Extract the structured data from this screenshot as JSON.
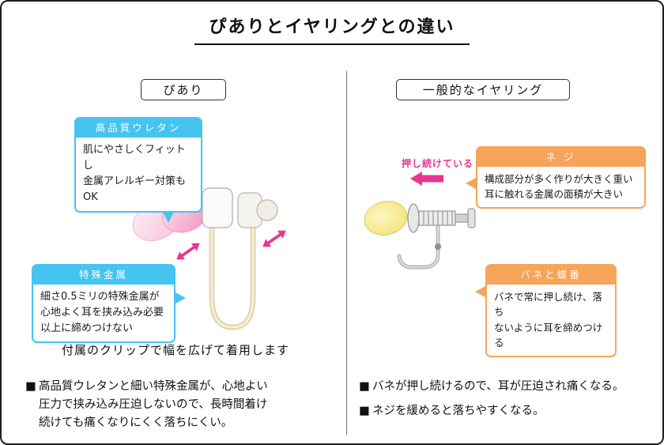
{
  "title": "ぴありとイヤリングとの違い",
  "colors": {
    "accent_blue": "#45c3f1",
    "accent_orange": "#f6a45a",
    "accent_pink": "#e8368f",
    "pad_pink": "#f291bf",
    "pad_yellow": "#efdf6a",
    "wire_gold": "#e2d5ae"
  },
  "icons": {
    "pinch_arrows": "double-headed-arrow",
    "push_arrow": "left-arrow"
  },
  "left": {
    "header": "ぴあり",
    "urethane_callout": {
      "label": "高品質ウレタン",
      "text": "肌にやさしくフィットし\n金属アレルギー対策もOK"
    },
    "metal_callout": {
      "label": "特殊金属",
      "text": "細さ0.5ミリの特殊金属が\n心地よく耳を挟み込み必要\n以上に締めつけない"
    },
    "caption": "付属のクリップで幅を広げて着用します",
    "bullet": {
      "marker": "■",
      "text": "高品質ウレタンと細い特殊金属が、心地よい\n圧力で挟み込み圧迫しないので、長時間着け\n続けても痛くなりにくく落ちにくい。"
    }
  },
  "right": {
    "header": "一般的なイヤリング",
    "push_label": "押し続けている",
    "screw_callout": {
      "label": "ネ ジ",
      "text": "構成部分が多く作りが大きく重い\n耳に触れる金属の面積が大きい"
    },
    "spring_callout": {
      "label": "バネと蝶番",
      "text": "バネで常に押し続け、落ち\nないように耳を締めつける"
    },
    "bullets": [
      {
        "marker": "■",
        "text": "バネが押し続けるので、耳が圧迫され痛くなる。"
      },
      {
        "marker": "■",
        "text": "ネジを緩めると落ちやすくなる。"
      }
    ]
  }
}
